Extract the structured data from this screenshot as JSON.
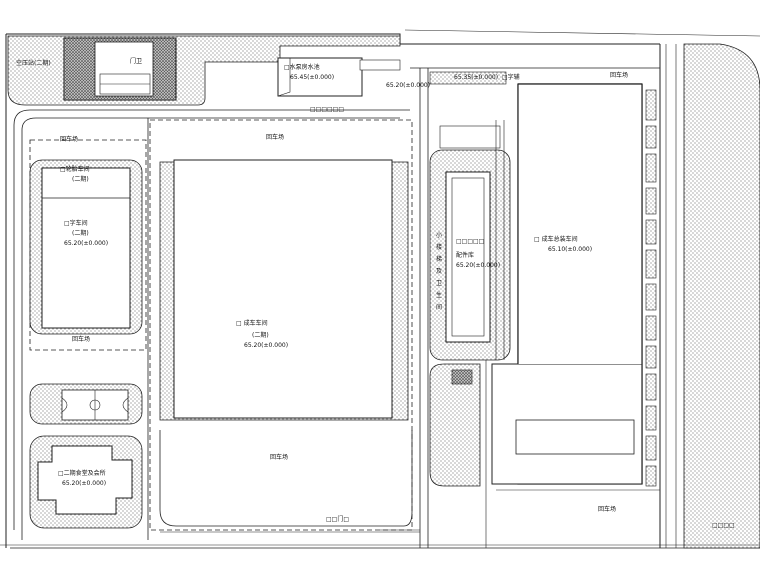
{
  "site_plan": {
    "building_pe_hall": {
      "name": "空压站(二期)",
      "note": ""
    },
    "building_security": {
      "name": "门卫",
      "note": ""
    },
    "building_pump": {
      "name": "□水泵房水池",
      "elevation": "65.45(±0.000)"
    },
    "elev_gate": "65.20(±0.000)",
    "building_north_top": {
      "name": "65.35(±0.000)",
      "suffix": "□字辅"
    },
    "parking_top_right": "回车场",
    "parking_top_left": "回车场",
    "parking_top_mid": "回车场",
    "building_left_upper": {
      "name": "□轮胎车间",
      "sub": "(二期)"
    },
    "building_left_lower": {
      "name": "□字车间",
      "sub": "(二期)",
      "elevation": "65.20(±0.000)"
    },
    "parking_left_bottom": "回车场",
    "building_main": {
      "name": "□ 成车车间",
      "sub": "(二期)",
      "elevation": "65.20(±0.000)"
    },
    "parking_bottom": "回车场",
    "building_canteen": {
      "name": "□二期食堂及会所",
      "elevation": "65.20(±0.000)"
    },
    "building_narrow": {
      "name": "□□□□□",
      "sub": "配件库",
      "elevation": "65.20(±0.000)"
    },
    "building_right": {
      "name": "□ 成车总装车间",
      "elevation": "65.10(±0.000)"
    },
    "narrow_side_text": [
      "小",
      "楼",
      "梯",
      "及",
      "卫",
      "生",
      "间"
    ],
    "parking_right_bottom": "回车场",
    "label_gate_bottom": "□□门□",
    "label_road_top": "□□□□□□",
    "label_bottom_right": "□□□□"
  }
}
